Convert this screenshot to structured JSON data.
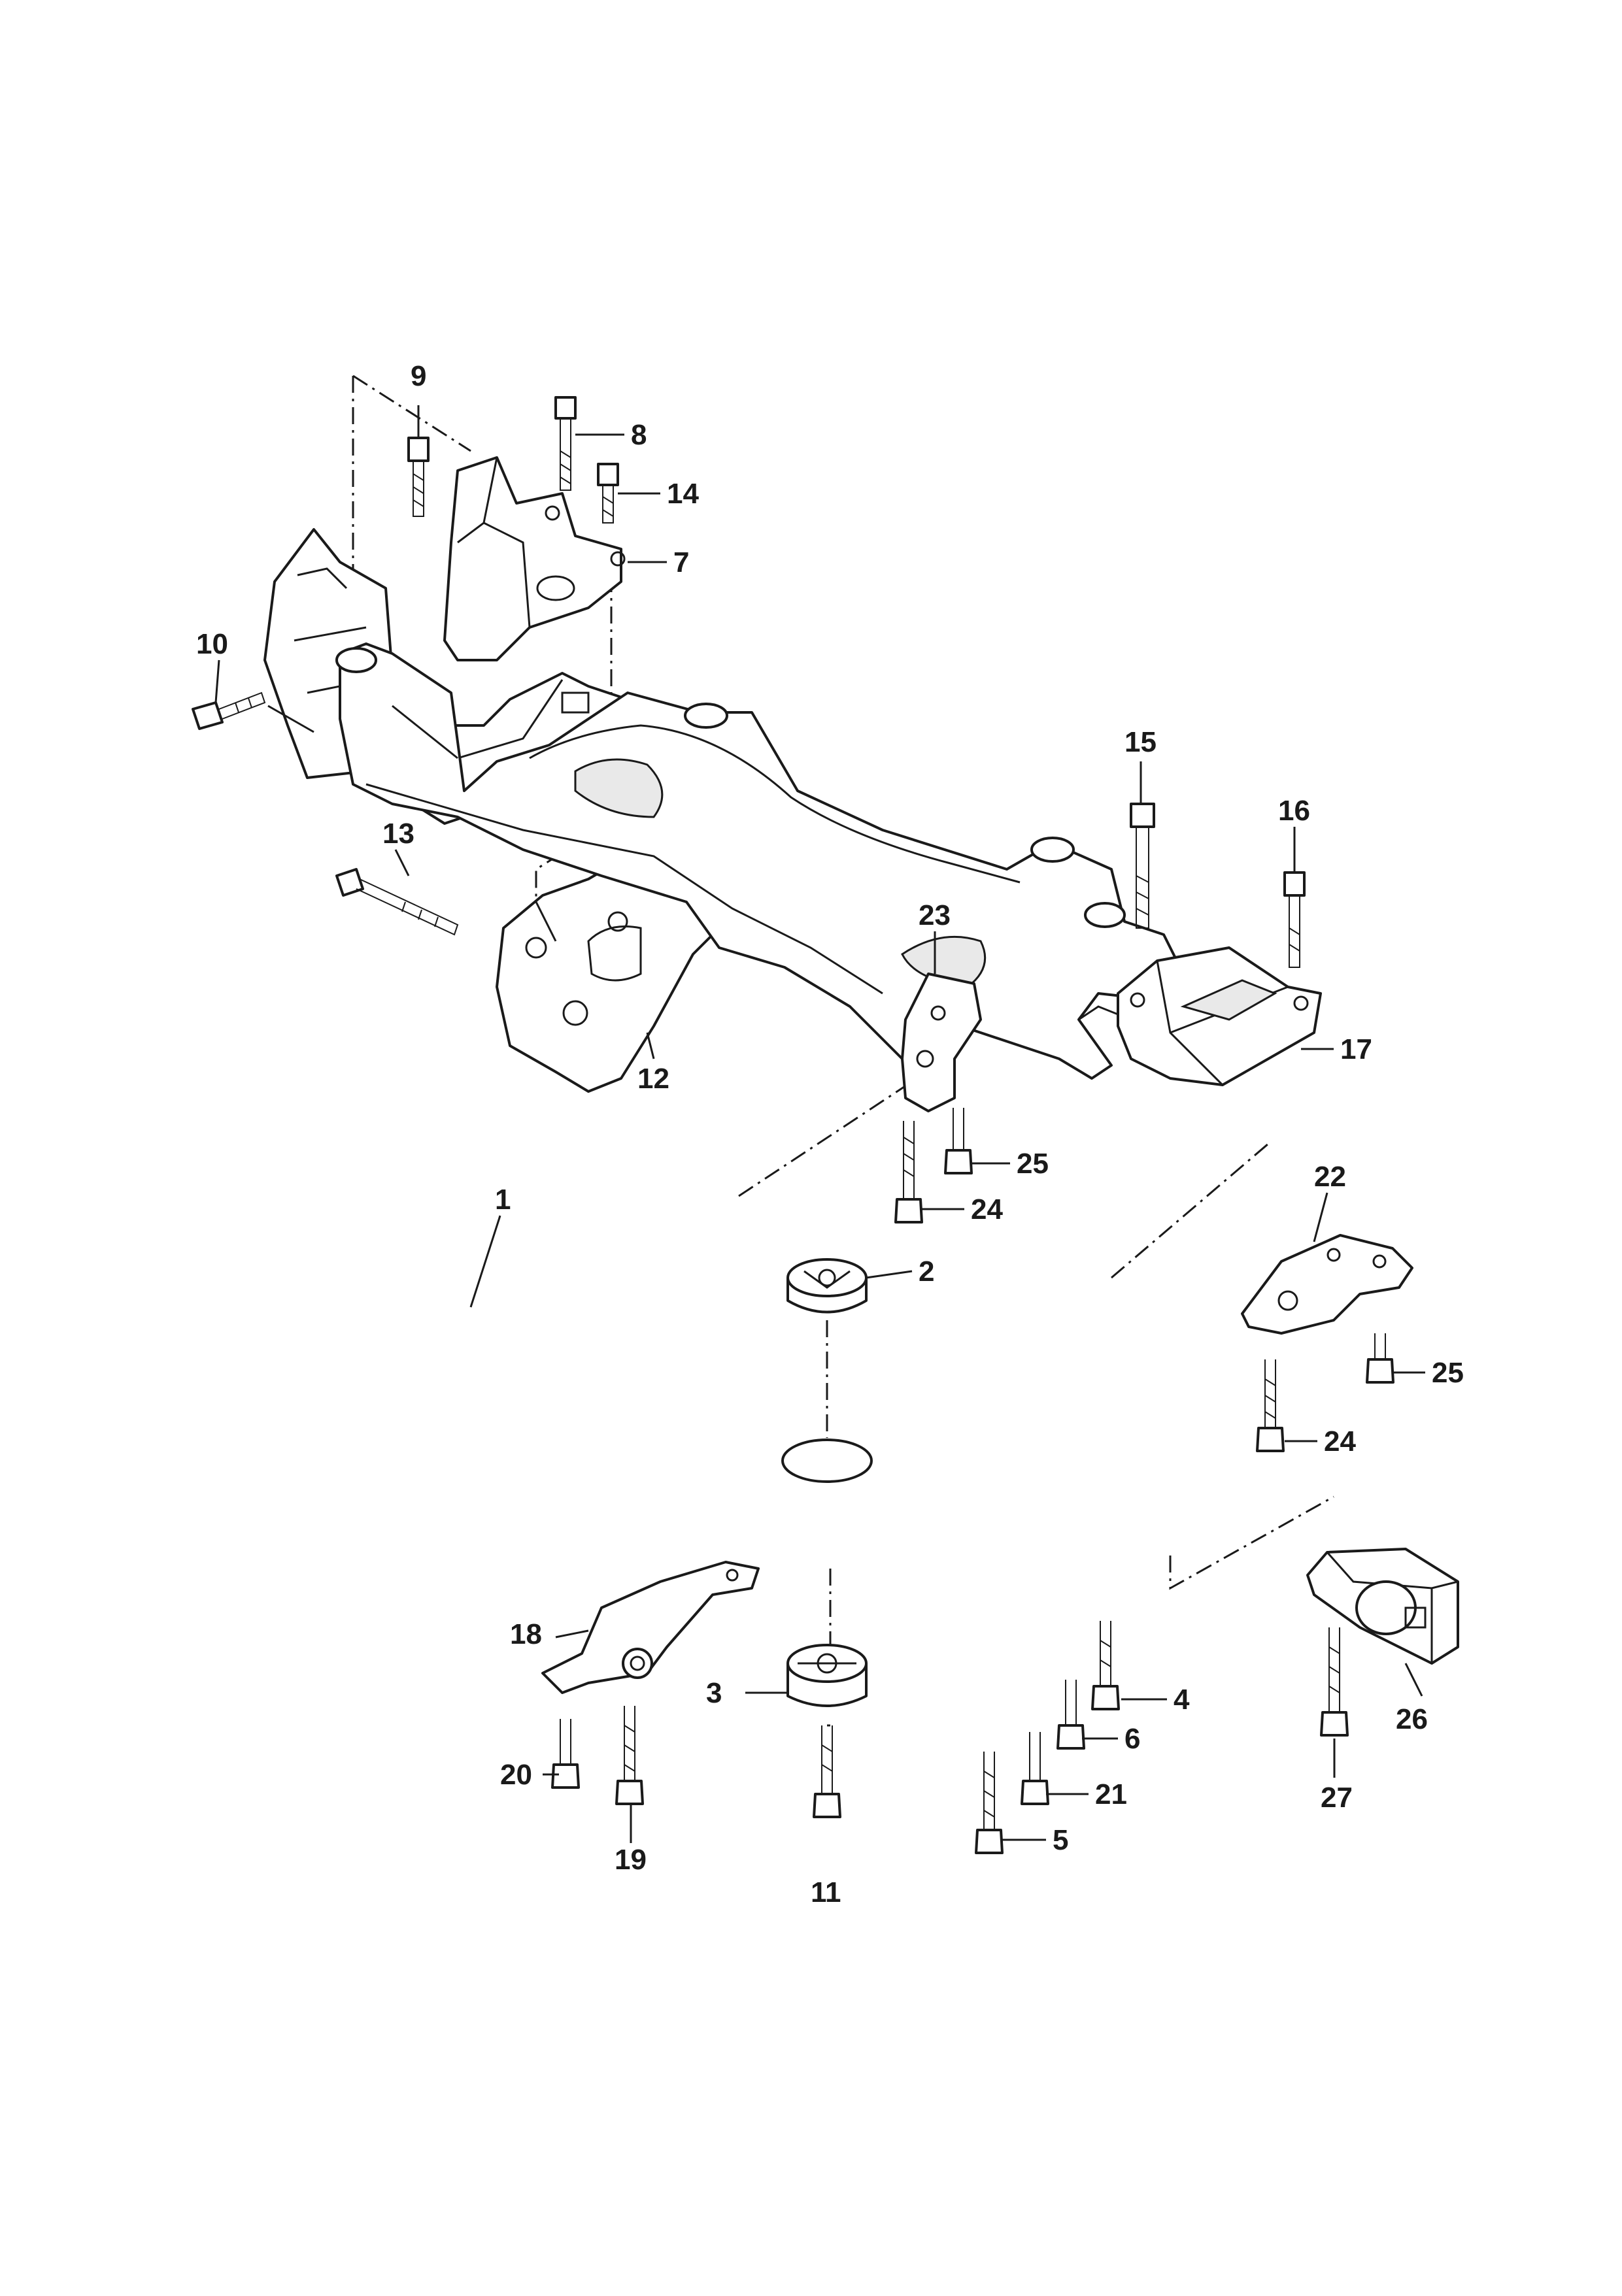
{
  "diagram": {
    "callouts": [
      {
        "id": "c1",
        "label": "1"
      },
      {
        "id": "c2",
        "label": "2"
      },
      {
        "id": "c3",
        "label": "3"
      },
      {
        "id": "c4",
        "label": "4"
      },
      {
        "id": "c5",
        "label": "5"
      },
      {
        "id": "c6",
        "label": "6"
      },
      {
        "id": "c7",
        "label": "7"
      },
      {
        "id": "c8",
        "label": "8"
      },
      {
        "id": "c9",
        "label": "9"
      },
      {
        "id": "c10",
        "label": "10"
      },
      {
        "id": "c11",
        "label": "11"
      },
      {
        "id": "c12",
        "label": "12"
      },
      {
        "id": "c13",
        "label": "13"
      },
      {
        "id": "c14",
        "label": "14"
      },
      {
        "id": "c15",
        "label": "15"
      },
      {
        "id": "c16",
        "label": "16"
      },
      {
        "id": "c17",
        "label": "17"
      },
      {
        "id": "c18",
        "label": "18"
      },
      {
        "id": "c19",
        "label": "19"
      },
      {
        "id": "c20",
        "label": "20"
      },
      {
        "id": "c21",
        "label": "21"
      },
      {
        "id": "c22",
        "label": "22"
      },
      {
        "id": "c23",
        "label": "23"
      },
      {
        "id": "c24a",
        "label": "24"
      },
      {
        "id": "c24b",
        "label": "24"
      },
      {
        "id": "c25a",
        "label": "25"
      },
      {
        "id": "c25b",
        "label": "25"
      },
      {
        "id": "c26",
        "label": "26"
      },
      {
        "id": "c27",
        "label": "27"
      }
    ]
  }
}
